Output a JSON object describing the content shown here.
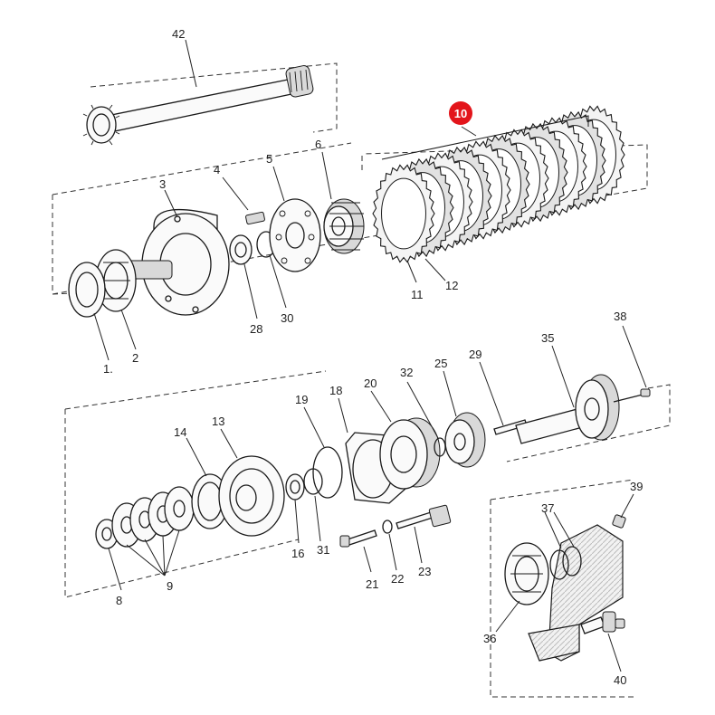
{
  "diagram": {
    "highlight_color": "#e3151b",
    "ink_color": "#1a1a1a",
    "labels": {
      "p1": "1.",
      "p2": "2",
      "p3": "3",
      "p4": "4",
      "p5": "5",
      "p6": "6",
      "p8": "8",
      "p9": "9",
      "p10": "10",
      "p11": "11",
      "p12": "12",
      "p13": "13",
      "p14": "14",
      "p16": "16",
      "p18": "18",
      "p19": "19",
      "p20": "20",
      "p21": "21",
      "p22": "22",
      "p23": "23",
      "p25": "25",
      "p28": "28",
      "p29": "29",
      "p30": "30",
      "p31": "31",
      "p32": "32",
      "p35": "35",
      "p36": "36",
      "p37": "37",
      "p38": "38",
      "p39": "39",
      "p40": "40",
      "p42": "42"
    }
  }
}
